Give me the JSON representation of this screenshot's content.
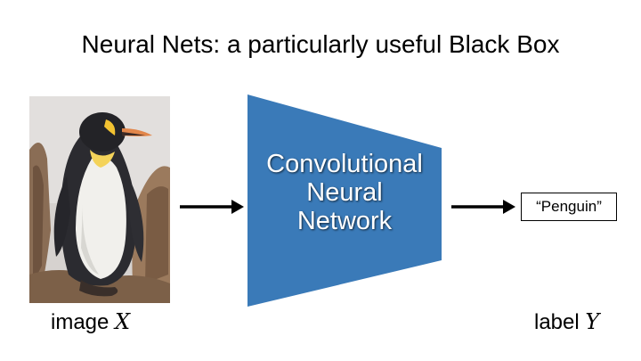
{
  "title": "Neural Nets: a particularly useful Black Box",
  "input": {
    "caption_prefix": "image ",
    "caption_var": "X",
    "image": "penguin-photo"
  },
  "model": {
    "lines": [
      "Convolutional",
      "Neural",
      "Network"
    ],
    "color": "#3a7ab8"
  },
  "output": {
    "value": "“Penguin”",
    "caption_prefix": "label ",
    "caption_var": "Y"
  }
}
